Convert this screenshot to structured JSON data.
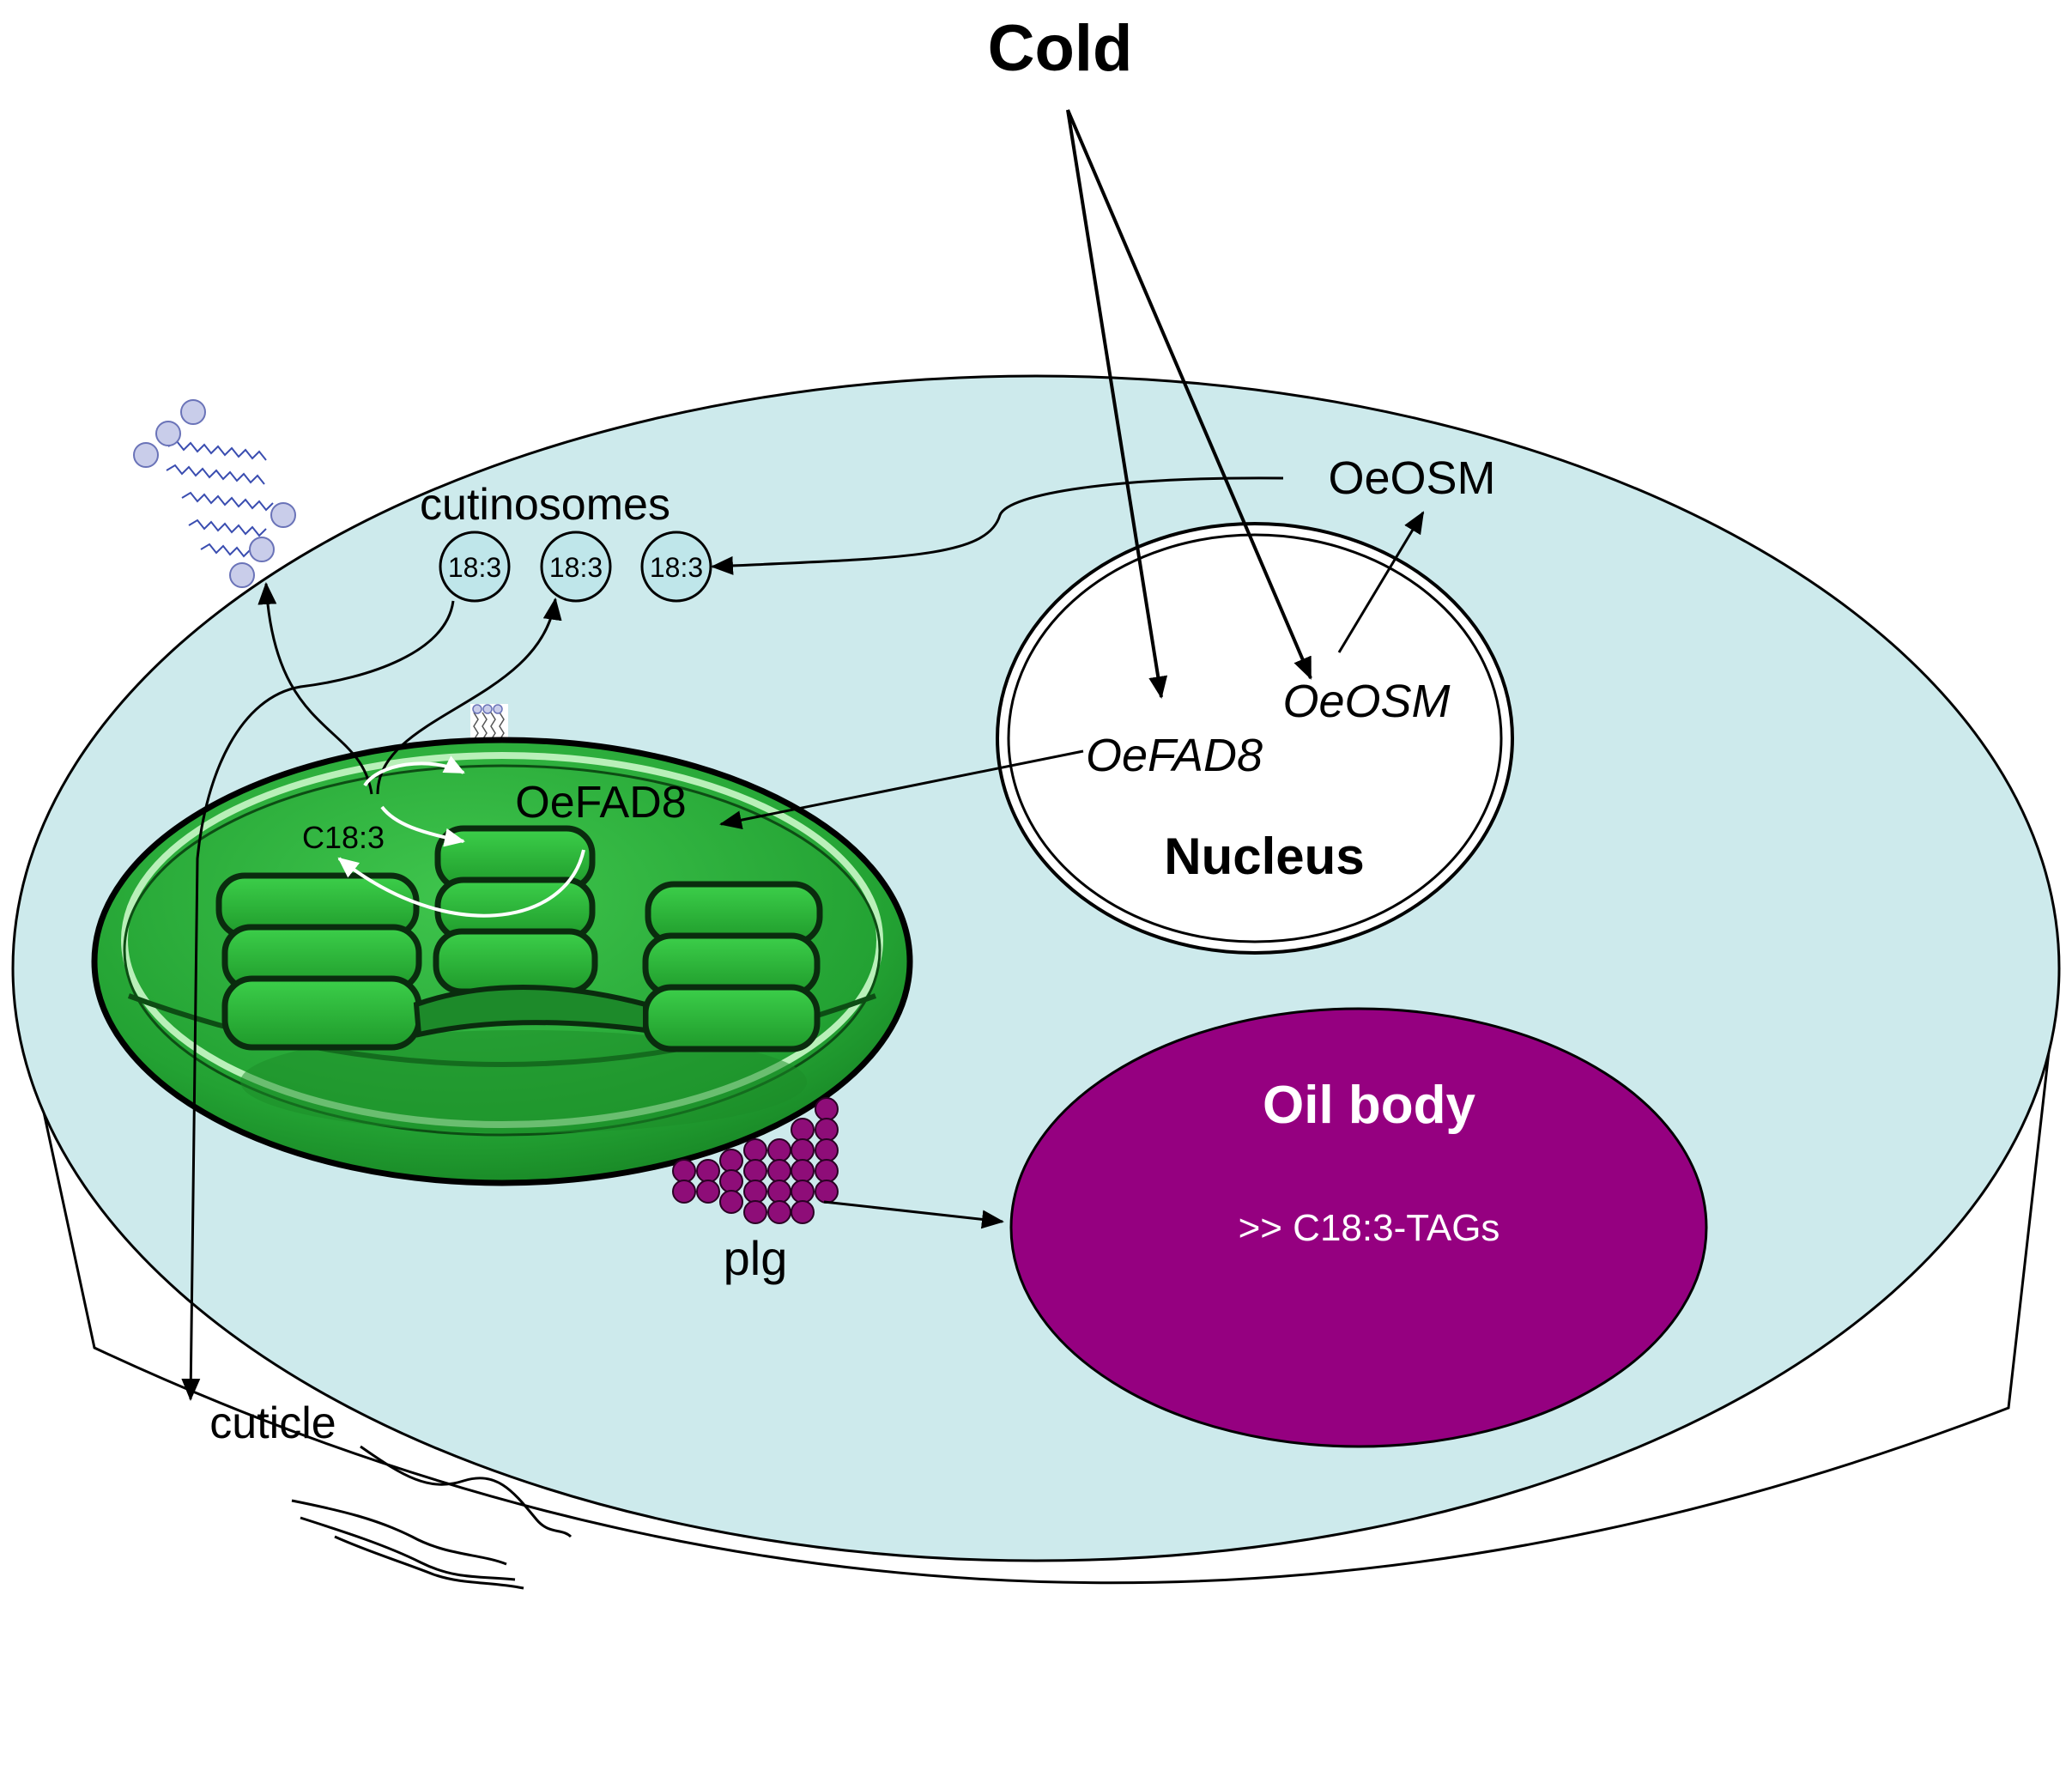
{
  "title": "Cold",
  "labels": {
    "cutinosomes": "cutinosomes",
    "vesicle": "18:3",
    "oeosm_protein": "OeOSM",
    "oeosm_gene": "OeOSM",
    "oefad8_gene": "OeFAD8",
    "oefad8_protein": "OeFAD8",
    "nucleus": "Nucleus",
    "c183": "C18:3",
    "oil_body": "Oil body",
    "tags": ">> C18:3-TAGs",
    "plg": "plg",
    "cuticle": "cuticle"
  },
  "colors": {
    "cytoplasm": "#cdeaec",
    "chloroplast": "#2aa33a",
    "chloroplast_dark": "#0e5a17",
    "oil_body": "#950080",
    "plastoglobule": "#8e0d78",
    "vesicle": "#bfe6ea"
  }
}
